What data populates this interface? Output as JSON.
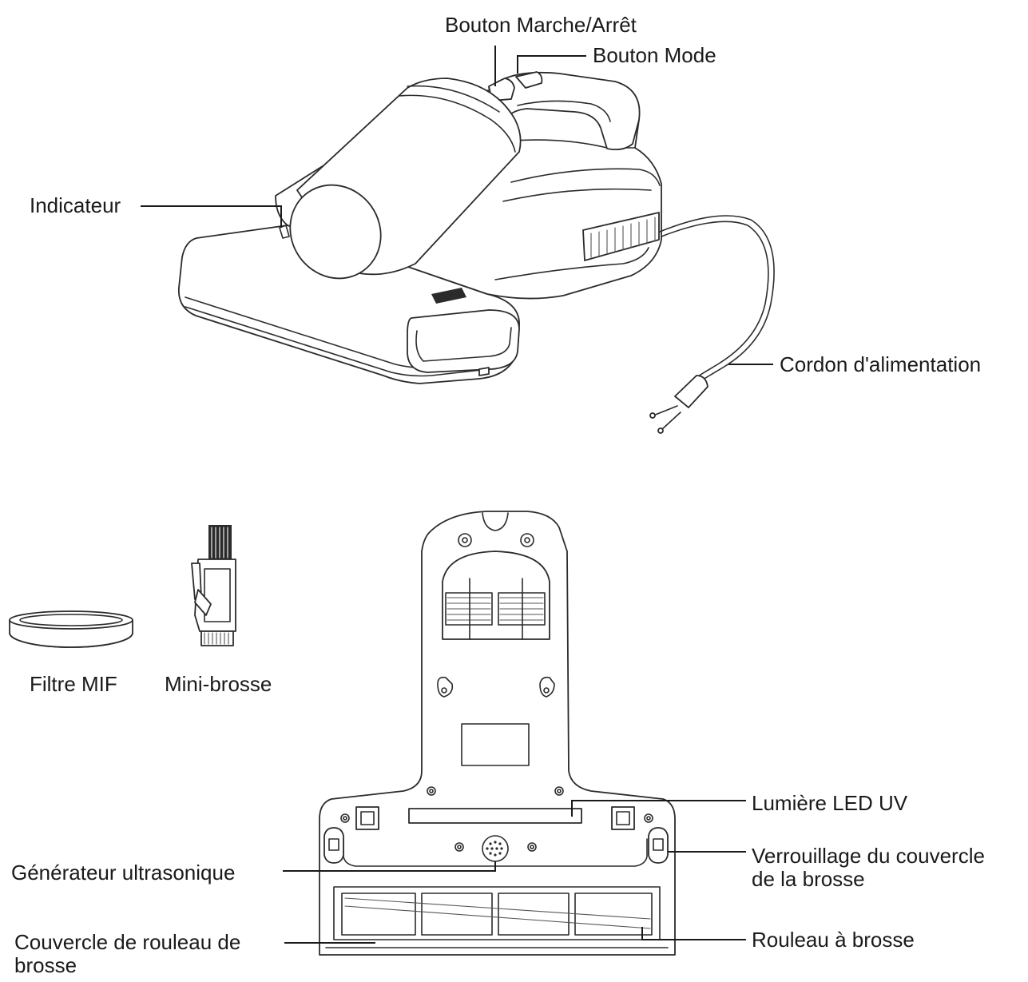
{
  "labels": {
    "power_button": "Bouton Marche/Arrêt",
    "mode_button": "Bouton Mode",
    "indicator": "Indicateur",
    "power_cord": "Cordon d'alimentation",
    "mif_filter": "Filtre MIF",
    "mini_brush": "Mini-brosse",
    "uv_led": "Lumière LED UV",
    "cover_lock_line1": "Verrouillage du couvercle",
    "cover_lock_line2": "de la brosse",
    "ultrasonic_generator": "Générateur ultrasonique",
    "roller_cover_line1": "Couvercle de rouleau de",
    "roller_cover_line2": "brosse",
    "brush_roller": "Rouleau à brosse"
  },
  "colors": {
    "line": "#2b2b2b",
    "text": "#1a1a1a",
    "background": "#ffffff"
  }
}
